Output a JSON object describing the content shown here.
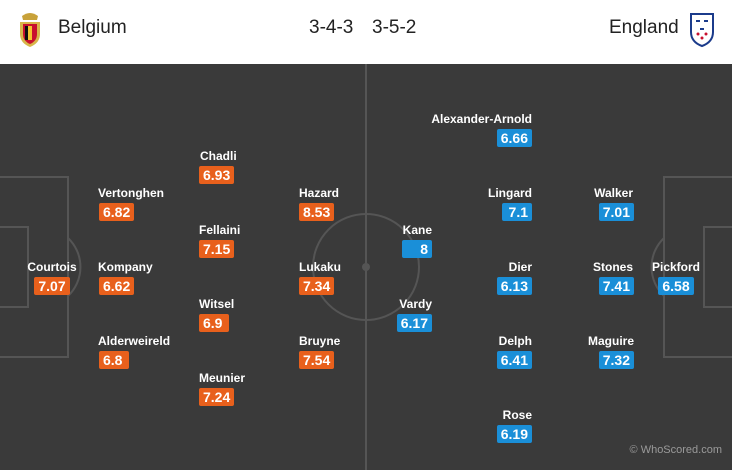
{
  "home": {
    "name": "Belgium",
    "formation": "3-4-3",
    "crest_icon": "belgium-crest-icon",
    "color": "#e8601c",
    "players": [
      {
        "name": "Courtois",
        "rating": "7.07"
      },
      {
        "name": "Vertonghen",
        "rating": "6.82"
      },
      {
        "name": "Kompany",
        "rating": "6.62"
      },
      {
        "name": "Alderweireld",
        "rating": "6.8"
      },
      {
        "name": "Chadli",
        "rating": "6.93"
      },
      {
        "name": "Fellaini",
        "rating": "7.15"
      },
      {
        "name": "Witsel",
        "rating": "6.9"
      },
      {
        "name": "Meunier",
        "rating": "7.24"
      },
      {
        "name": "Hazard",
        "rating": "8.53"
      },
      {
        "name": "Lukaku",
        "rating": "7.34"
      },
      {
        "name": "Bruyne",
        "rating": "7.54"
      }
    ]
  },
  "away": {
    "name": "England",
    "formation": "3-5-2",
    "crest_icon": "england-crest-icon",
    "color": "#1a8fd8",
    "players": [
      {
        "name": "Pickford",
        "rating": "6.58"
      },
      {
        "name": "Walker",
        "rating": "7.01"
      },
      {
        "name": "Stones",
        "rating": "7.41"
      },
      {
        "name": "Maguire",
        "rating": "7.32"
      },
      {
        "name": "Alexander-Arnold",
        "rating": "6.66"
      },
      {
        "name": "Lingard",
        "rating": "7.1"
      },
      {
        "name": "Dier",
        "rating": "6.13"
      },
      {
        "name": "Delph",
        "rating": "6.41"
      },
      {
        "name": "Rose",
        "rating": "6.19"
      },
      {
        "name": "Kane",
        "rating": "8"
      },
      {
        "name": "Vardy",
        "rating": "6.17"
      }
    ]
  },
  "pitch_color": "#3a3a3a",
  "credit": "© WhoScored.com"
}
